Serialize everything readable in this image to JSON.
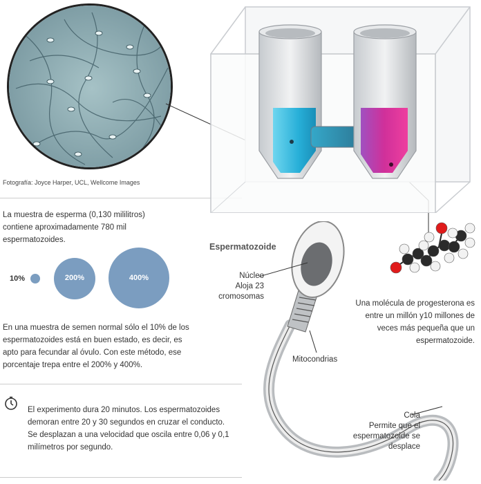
{
  "photo": {
    "credit": "Fotografía: Joyce Harper, UCL, Wellcome Images"
  },
  "sample": {
    "text": "La muestra de esperma (0,130 mililitros) contiene aproximadamente 780 mil espermatozoides."
  },
  "bubbles": {
    "items": [
      {
        "label": "10%",
        "value": 10
      },
      {
        "label": "200%",
        "value": 200
      },
      {
        "label": "400%",
        "value": 400
      }
    ]
  },
  "normal": {
    "text": "En una muestra de semen normal  sólo el 10%  de los espermatozoides está en buen estado, es decir, es apto para fecundar al óvulo. Con este método, ese porcentaje trepa entre el 200% y 400%."
  },
  "experiment": {
    "icon": "clock-icon",
    "text": "El experimento dura 20 minutos. Los espermatozoides demoran entre 20 y 30 segundos en cruzar el conducto. Se desplazan a una velocidad que oscila entre 0,06 y 0,1 milímetros por segundo."
  },
  "sperm": {
    "title": "Espermatozoide",
    "nucleus_title": "Núcleo",
    "nucleus_desc_1": "Aloja 23",
    "nucleus_desc_2": "cromosomas",
    "mito": "Mitocondrias",
    "tail_title": "Cola",
    "tail_desc_1": "Permite que el",
    "tail_desc_2": "espermatozoide se",
    "tail_desc_3": "desplace"
  },
  "progesterone": {
    "text": "Una molécula de progesterona es entre un millón y10 millones de veces más pequeña que un espermatozoide."
  },
  "colors": {
    "bubble": "#7b9dc0",
    "cyan": "#2fb7dd",
    "magenta": "#d8208a",
    "tube": "#d9dcdf"
  }
}
